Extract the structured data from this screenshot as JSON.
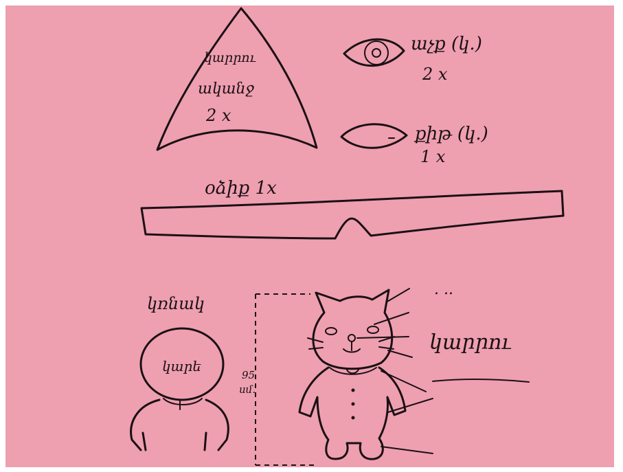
{
  "palette": {
    "paper": "#ee9fb0",
    "ink": "#1a1014",
    "border": "#ffffff"
  },
  "ear_piece": {
    "line1": "կարրու",
    "line2": "ականջ",
    "count": "2 x"
  },
  "eye_piece": {
    "label": "աչք (կ.)",
    "count": "2 x"
  },
  "nose_piece": {
    "label": "քիթ (կ.)",
    "count": "1 x"
  },
  "collar_piece": {
    "label": "օձիք 1x"
  },
  "back_view": {
    "title": "կռնակ",
    "head_label": "կարե"
  },
  "size": {
    "value": "95",
    "unit": "սմ."
  },
  "cat_label": "կարրու",
  "dots": ". .."
}
